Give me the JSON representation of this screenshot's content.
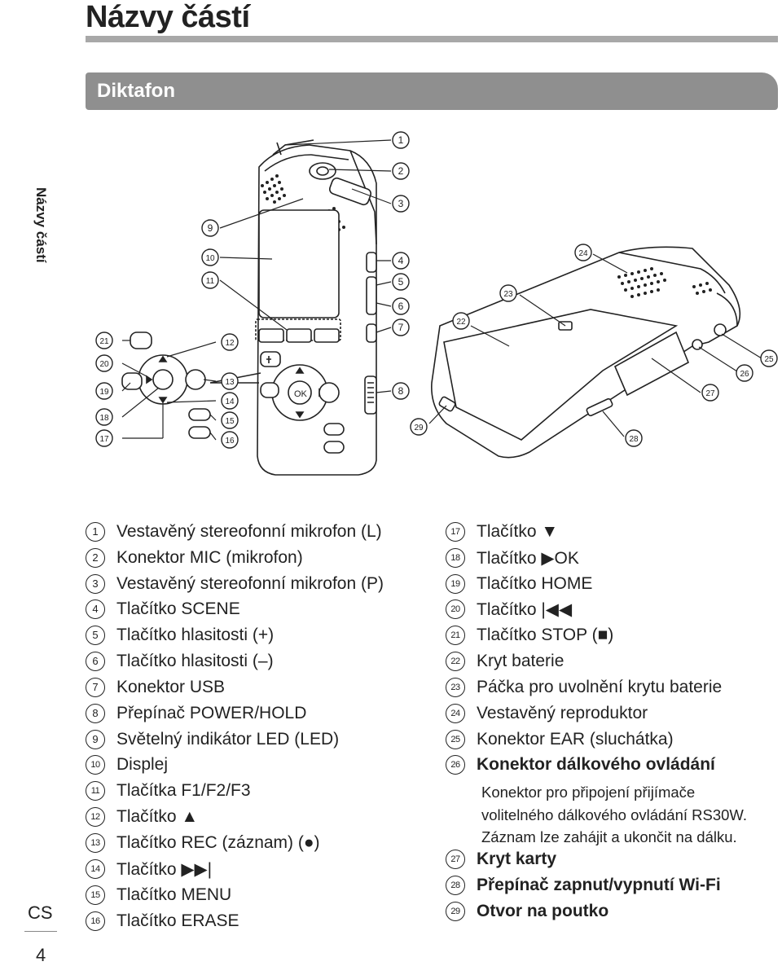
{
  "header": {
    "title": "Názvy částí",
    "section": "Diktafon",
    "side_tab": "Názvy částí"
  },
  "footer": {
    "language": "CS",
    "page": "4"
  },
  "figure": {
    "callouts": [
      "1",
      "2",
      "3",
      "4",
      "5",
      "6",
      "7",
      "8",
      "9",
      "10",
      "11",
      "12",
      "13",
      "14",
      "15",
      "16",
      "17",
      "18",
      "19",
      "20",
      "21",
      "22",
      "23",
      "24",
      "25",
      "26",
      "27",
      "28",
      "29"
    ]
  },
  "parts_left": [
    {
      "n": "1",
      "text": "Vestavěný stereofonní mikrofon (L)"
    },
    {
      "n": "2",
      "text": "Konektor MIC (mikrofon)"
    },
    {
      "n": "3",
      "text": "Vestavěný stereofonní mikrofon (P)"
    },
    {
      "n": "4",
      "text": "Tlačítko SCENE"
    },
    {
      "n": "5",
      "text": "Tlačítko hlasitosti (+)"
    },
    {
      "n": "6",
      "text": "Tlačítko hlasitosti (–)"
    },
    {
      "n": "7",
      "text": "Konektor USB"
    },
    {
      "n": "8",
      "text": "Přepínač POWER/HOLD"
    },
    {
      "n": "9",
      "text": "Světelný indikátor LED (LED)"
    },
    {
      "n": "10",
      "text": "Displej"
    },
    {
      "n": "11",
      "text": "Tlačítka F1/F2/F3"
    },
    {
      "n": "12",
      "text": "Tlačítko ▲"
    },
    {
      "n": "13",
      "text": "Tlačítko REC (záznam) (●)"
    },
    {
      "n": "14",
      "text": "Tlačítko ▶▶|"
    },
    {
      "n": "15",
      "text": "Tlačítko MENU"
    },
    {
      "n": "16",
      "text": "Tlačítko ERASE"
    }
  ],
  "parts_right": [
    {
      "n": "17",
      "text": "Tlačítko ▼"
    },
    {
      "n": "18",
      "text": "Tlačítko ▶OK"
    },
    {
      "n": "19",
      "text": "Tlačítko HOME"
    },
    {
      "n": "20",
      "text": "Tlačítko |◀◀"
    },
    {
      "n": "21",
      "text": "Tlačítko STOP (■)"
    },
    {
      "n": "22",
      "text": "Kryt baterie"
    },
    {
      "n": "23",
      "text": "Páčka pro uvolnění krytu baterie"
    },
    {
      "n": "24",
      "text": "Vestavěný reproduktor"
    },
    {
      "n": "25",
      "text": "Konektor EAR (sluchátka)"
    },
    {
      "n": "26",
      "text": "Konektor dálkového ovládání"
    }
  ],
  "part_26_description": [
    "Konektor pro připojení přijímače",
    "volitelného dálkového ovládání RS30W.",
    "Záznam lze zahájit a ukončit na dálku."
  ],
  "parts_right_tail": [
    {
      "n": "27",
      "text": "Kryt karty"
    },
    {
      "n": "28",
      "text": "Přepínač zapnut/vypnutí Wi-Fi"
    },
    {
      "n": "29",
      "text": "Otvor na poutko"
    }
  ]
}
